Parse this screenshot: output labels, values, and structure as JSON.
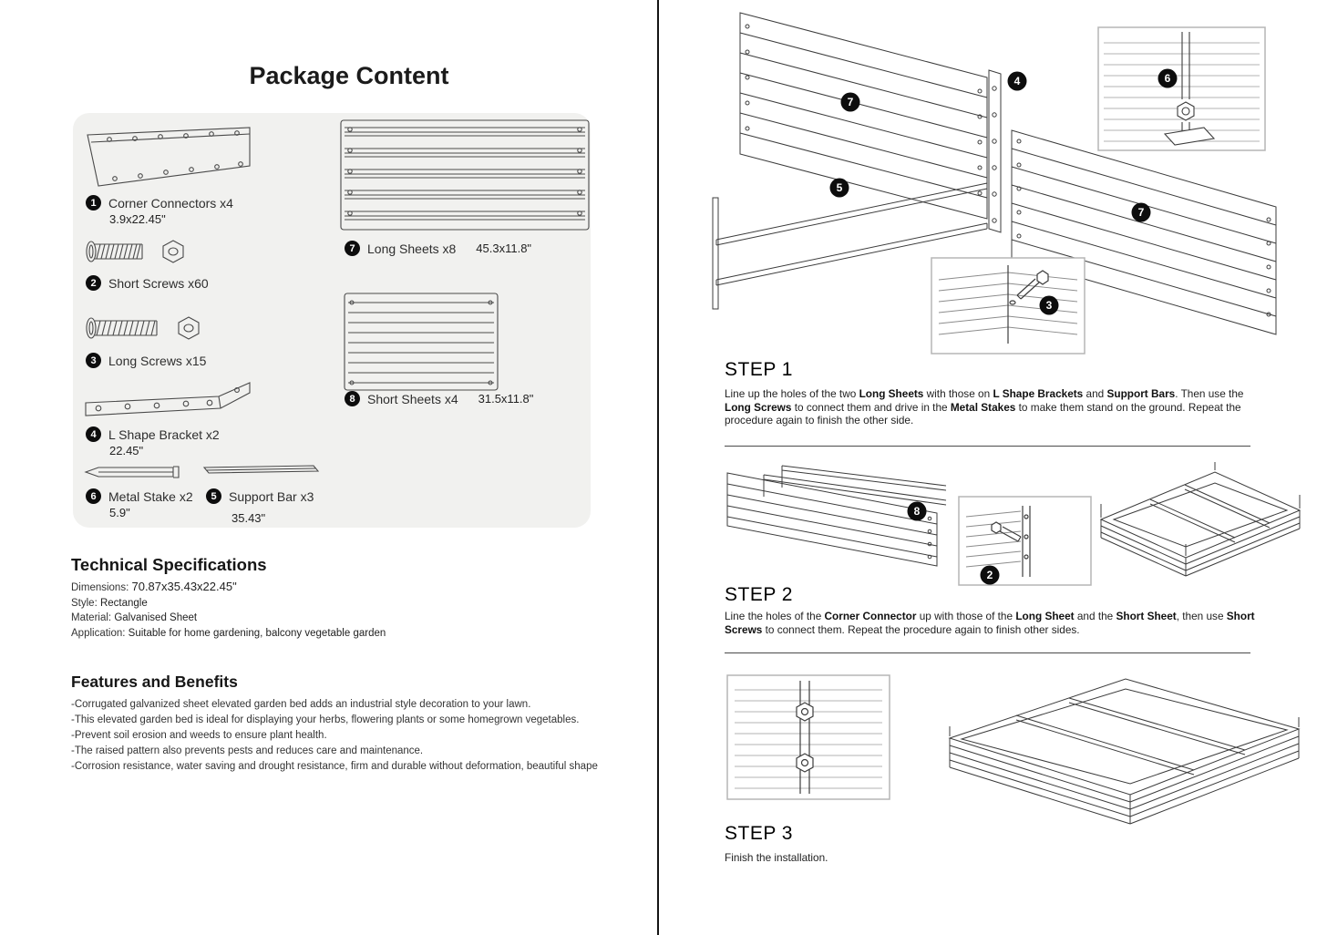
{
  "colors": {
    "badge": "#0d0d0d",
    "panel_bg": "#f1f1ef",
    "line": "#3c3c3c",
    "divider": "#151515"
  },
  "package": {
    "title": "Package Content",
    "items": [
      {
        "num": "1",
        "label": "Corner Connectors x4",
        "dim": "3.9x22.45\""
      },
      {
        "num": "2",
        "label": "Short Screws x60",
        "dim": ""
      },
      {
        "num": "3",
        "label": "Long Screws x15",
        "dim": ""
      },
      {
        "num": "4",
        "label": "L Shape Bracket x2",
        "dim": "22.45\""
      },
      {
        "num": "6",
        "label": "Metal Stake x2",
        "dim": "5.9\""
      },
      {
        "num": "5",
        "label": "Support Bar x3",
        "dim": "35.43\""
      },
      {
        "num": "7",
        "label": "Long Sheets x8",
        "dim": "45.3x11.8\""
      },
      {
        "num": "8",
        "label": "Short Sheets x4",
        "dim": "31.5x11.8\""
      }
    ]
  },
  "specs": {
    "title": "Technical Specifications",
    "rows": [
      {
        "label": "Dimensions:",
        "value": "70.87x35.43x22.45\""
      },
      {
        "label": "Style:",
        "value": "Rectangle"
      },
      {
        "label": "Material:",
        "value": "Galvanised Sheet"
      },
      {
        "label": "Application:",
        "value": "Suitable for home gardening, balcony vegetable garden"
      }
    ]
  },
  "features": {
    "title": "Features and Benefits",
    "lines": [
      "-Corrugated galvanized sheet elevated garden bed adds an industrial style decoration to your lawn.",
      "-This elevated garden bed is ideal for displaying your herbs, flowering plants or some homegrown vegetables.",
      "-Prevent soil erosion and weeds to ensure plant health.",
      "-The raised pattern also prevents pests and reduces care and maintenance.",
      "-Corrosion resistance, water saving and drought resistance, firm and durable without deformation, beautiful shape"
    ]
  },
  "steps": [
    {
      "title": "STEP 1",
      "segments": [
        {
          "t": "Line up the holes of the two ",
          "b": false
        },
        {
          "t": "Long Sheets",
          "b": true
        },
        {
          "t": " with those on ",
          "b": false
        },
        {
          "t": "L Shape Brackets",
          "b": true
        },
        {
          "t": " and ",
          "b": false
        },
        {
          "t": "Support Bars",
          "b": true
        },
        {
          "t": ". Then use the ",
          "b": false
        },
        {
          "t": "Long Screws",
          "b": true
        },
        {
          "t": " to connect them and drive in the ",
          "b": false
        },
        {
          "t": "Metal Stakes",
          "b": true
        },
        {
          "t": " to make them stand on the ground. Repeat the procedure again to finish the other side.",
          "b": false
        }
      ]
    },
    {
      "title": "STEP 2",
      "segments": [
        {
          "t": "Line the holes of the ",
          "b": false
        },
        {
          "t": "Corner Connector",
          "b": true
        },
        {
          "t": " up with those of the ",
          "b": false
        },
        {
          "t": "Long Sheet",
          "b": true
        },
        {
          "t": " and the ",
          "b": false
        },
        {
          "t": "Short Sheet",
          "b": true
        },
        {
          "t": ", then use ",
          "b": false
        },
        {
          "t": "Short Screws",
          "b": true
        },
        {
          "t": " to connect them. Repeat the procedure again to finish other sides.",
          "b": false
        }
      ]
    },
    {
      "title": "STEP 3",
      "segments": [
        {
          "t": "Finish the installation.",
          "b": false
        }
      ]
    }
  ],
  "callouts": {
    "step1": [
      "7",
      "4",
      "6",
      "5",
      "3",
      "7"
    ],
    "step2": [
      "8",
      "2"
    ]
  }
}
